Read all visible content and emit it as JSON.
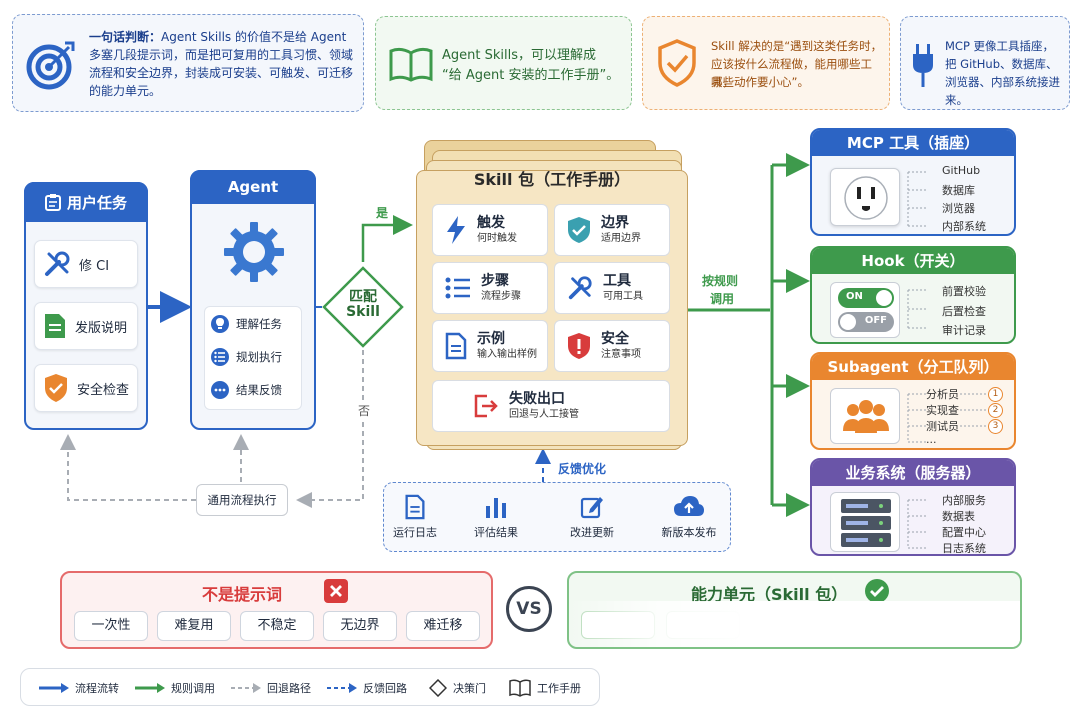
{
  "top_notes": {
    "judgment_title": "一句话判断：",
    "judgment_text1": "Agent Skills 的价值不是给 Agent",
    "judgment_text2": "多塞几段提示词，而是把可复用的工具习惯、领域",
    "judgment_text3": "流程和安全边界，封装成可安装、可触发、可迁移",
    "judgment_text4": "的能力单元。",
    "manual_line1": "Agent Skills，可以理解成",
    "manual_line2": "“给 Agent 安装的工作手册”。",
    "skill_line1": "Skill 解决的是“遇到这类任务时，",
    "skill_line2": "应该按什么流程做，能用哪些工具，",
    "skill_line3": "哪些动作要小心”。",
    "mcp_line1": "MCP 更像工具插座，",
    "mcp_line2": "把 GitHub、数据库、",
    "mcp_line3": "浏览器、内部系统接进来。"
  },
  "user_task": {
    "title": "用户任务",
    "items": [
      "修 CI",
      "发版说明",
      "安全检查"
    ]
  },
  "agent": {
    "title": "Agent",
    "steps": [
      "理解任务",
      "规划执行",
      "结果反馈"
    ]
  },
  "decision": {
    "label1": "匹配",
    "label2": "Skill",
    "yes": "是",
    "no": "否"
  },
  "general_flow": "通用流程执行",
  "skill_pack": {
    "title": "Skill 包（工作手册）",
    "items": [
      {
        "name": "触发",
        "desc": "何时触发"
      },
      {
        "name": "边界",
        "desc": "适用边界"
      },
      {
        "name": "步骤",
        "desc": "流程步骤"
      },
      {
        "name": "工具",
        "desc": "可用工具"
      },
      {
        "name": "示例",
        "desc": "输入输出样例"
      },
      {
        "name": "安全",
        "desc": "注意事项"
      }
    ],
    "fail": {
      "name": "失败出口",
      "desc": "回退与人工接管"
    }
  },
  "feedback": {
    "label": "反馈优化",
    "steps": [
      "运行日志",
      "评估结果",
      "改进更新",
      "新版本发布"
    ]
  },
  "call_label1": "按规则",
  "call_label2": "调用",
  "mcp": {
    "title": "MCP 工具（插座）",
    "items": [
      "GitHub",
      "数据库",
      "浏览器",
      "内部系统"
    ]
  },
  "hook": {
    "title": "Hook（开关）",
    "on": "ON",
    "off": "OFF",
    "items": [
      "前置校验",
      "后置检查",
      "审计记录"
    ]
  },
  "subagent": {
    "title": "Subagent（分工队列）",
    "items": [
      "分析员",
      "实现查",
      "测试员",
      "..."
    ],
    "nums": [
      "1",
      "2",
      "3"
    ]
  },
  "biz": {
    "title": "业务系统（服务器）",
    "items": [
      "内部服务",
      "数据表",
      "配置中心",
      "日志系统"
    ]
  },
  "compare": {
    "not_prompt": "不是提示词",
    "not_items": [
      "一次性",
      "难复用",
      "不稳定",
      "无边界",
      "难迁移"
    ],
    "vs": "VS",
    "unit": "能力单元（Skill 包）"
  },
  "legend": [
    "流程流转",
    "规则调用",
    "回退路径",
    "反馈回路",
    "决策门",
    "工作手册"
  ],
  "colors": {
    "blue": "#2c64c4",
    "green": "#3e9a4c",
    "orange": "#e9862f",
    "purple": "#6a55a8",
    "red": "#d83c3c",
    "paper": "#f6e6c4"
  }
}
